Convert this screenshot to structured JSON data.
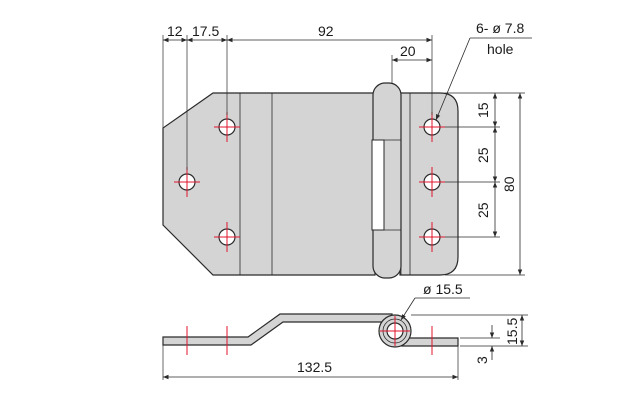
{
  "drawing": {
    "dimensions": {
      "d12": "12",
      "d17_5": "17.5",
      "d92": "92",
      "d20": "20",
      "d15_top": "15",
      "d25_a": "25",
      "d25_b": "25",
      "d80": "80",
      "d132_5": "132.5",
      "d15_5": "15.5",
      "d3": "3",
      "pin_dia": "ø 15.5"
    },
    "callout": {
      "holes_line1": "6- ø 7.8",
      "holes_line2": "hole"
    }
  },
  "colors": {
    "body": "#d4d4d4",
    "outline": "#2a2a2a",
    "centerline": "#e0142c"
  }
}
